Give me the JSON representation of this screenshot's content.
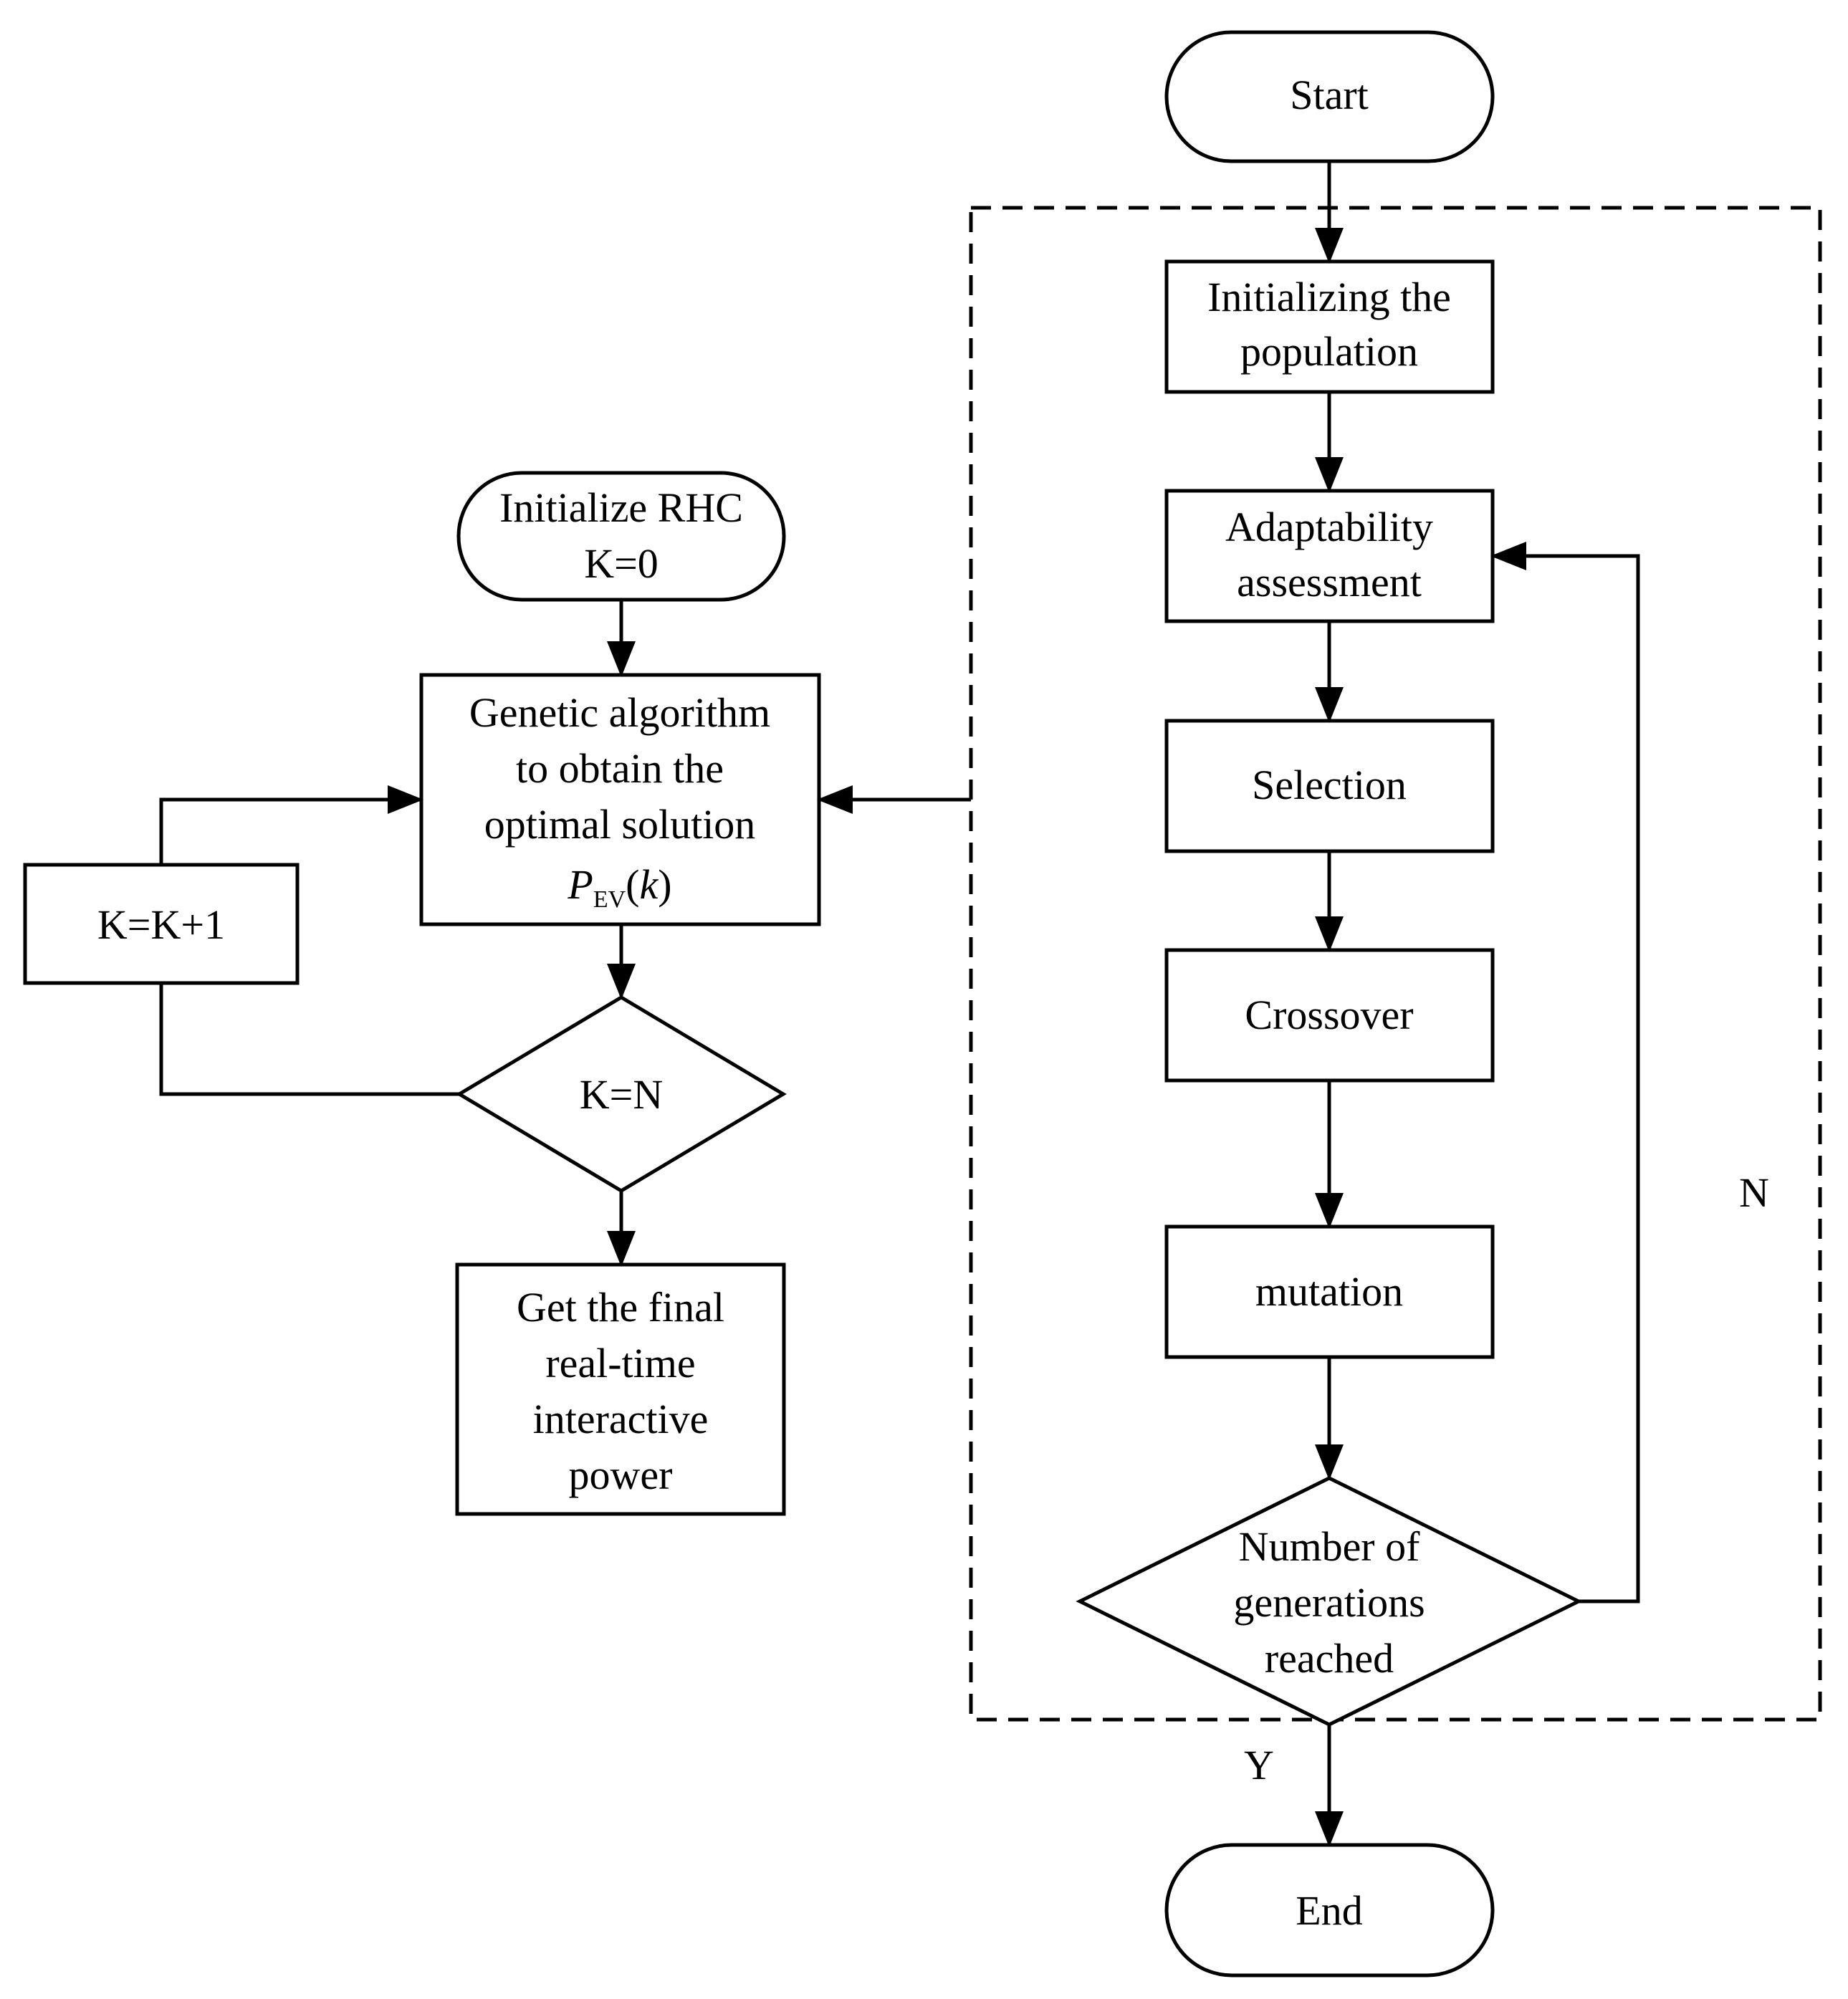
{
  "nodes": {
    "start": {
      "label": "Start"
    },
    "init_population": {
      "lines": [
        "Initializing the",
        "population"
      ]
    },
    "adaptability": {
      "lines": [
        "Adaptability",
        "assessment"
      ]
    },
    "selection": {
      "label": "Selection"
    },
    "crossover": {
      "label": "Crossover"
    },
    "mutation": {
      "label": "mutation"
    },
    "generations_check": {
      "lines": [
        "Number of",
        "generations",
        "reached"
      ]
    },
    "end": {
      "label": "End"
    },
    "init_rhc": {
      "lines": [
        "Initialize RHC",
        "K=0"
      ]
    },
    "genetic_algorithm": {
      "lines": [
        "Genetic algorithm",
        "to obtain the",
        "optimal solution"
      ],
      "formula": {
        "symbol": "P",
        "subscript": "EV",
        "argument": "k"
      }
    },
    "increment": {
      "label": "K=K+1"
    },
    "k_check": {
      "label": "K=N"
    },
    "final_power": {
      "lines": [
        "Get the final",
        "real-time",
        "interactive",
        "power"
      ]
    }
  },
  "edge_labels": {
    "no": "N",
    "yes": "Y"
  }
}
